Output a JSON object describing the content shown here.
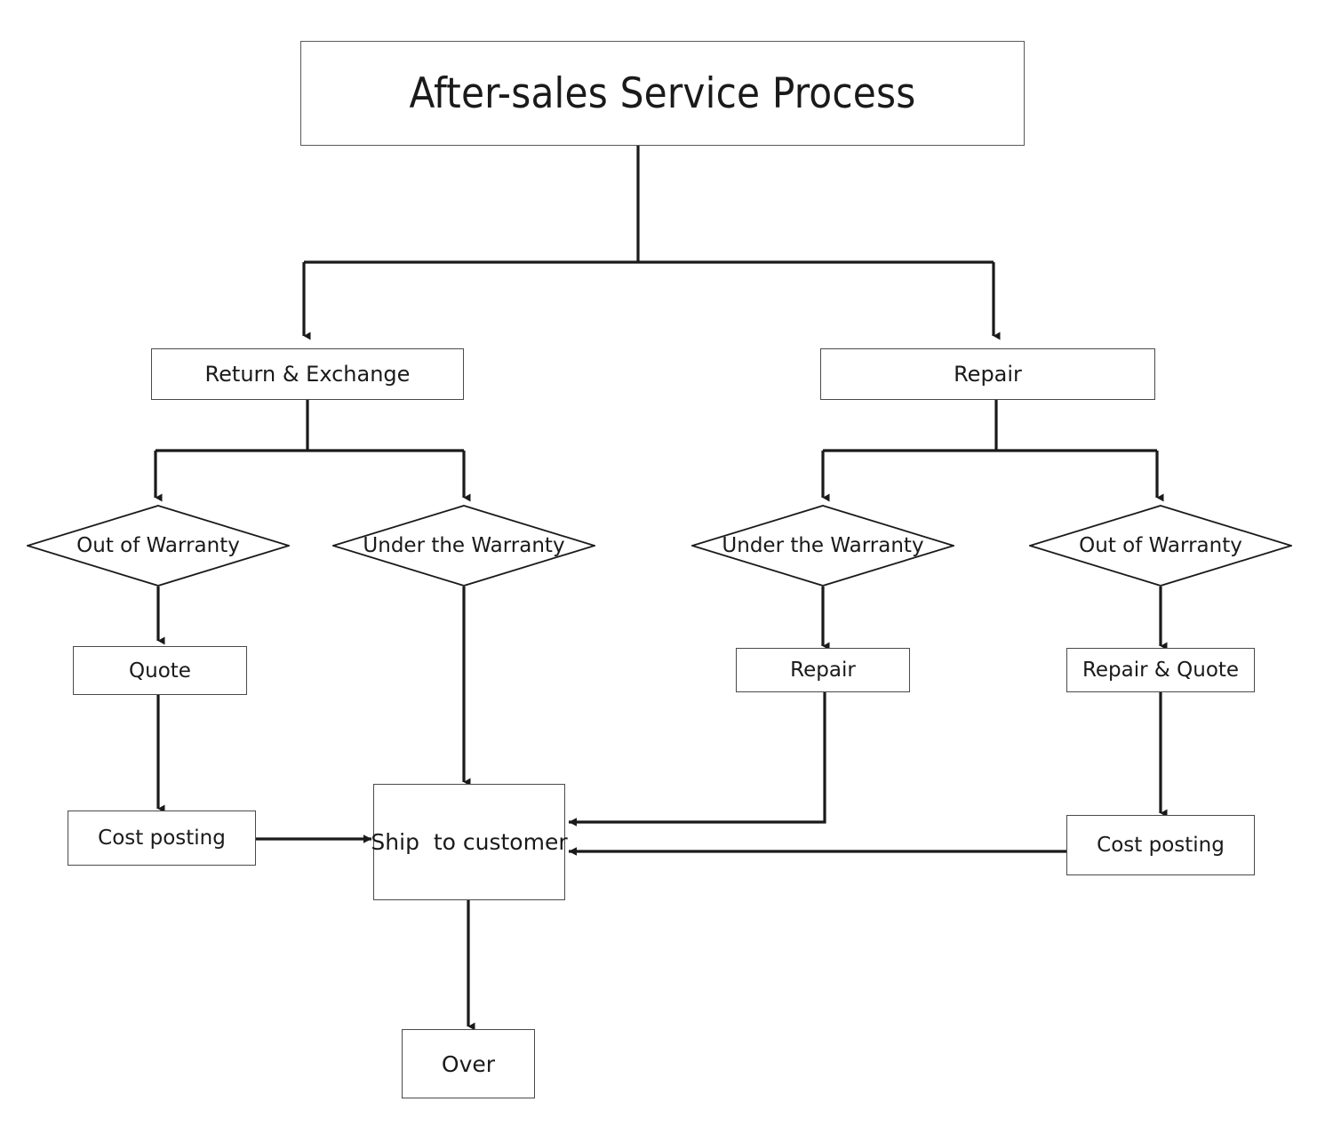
{
  "diagram": {
    "type": "flowchart",
    "title": "After-sales Service Process",
    "background_color": "#ffffff",
    "line_color": "#1a1a1a",
    "box_border_color": "#4a4a4a",
    "text_color": "#1a1a1a",
    "nodes": {
      "title": {
        "label": "After-sales Service Process",
        "shape": "rectangle"
      },
      "return_exchange": {
        "label": "Return & Exchange",
        "shape": "rectangle"
      },
      "repair_branch": {
        "label": "Repair",
        "shape": "rectangle"
      },
      "re_out_of_warranty": {
        "label": "Out of Warranty",
        "shape": "diamond"
      },
      "re_under_warranty": {
        "label": "Under the Warranty",
        "shape": "diamond"
      },
      "rp_under_warranty": {
        "label": "Under the Warranty",
        "shape": "diamond"
      },
      "rp_out_of_warranty": {
        "label": "Out of Warranty",
        "shape": "diamond"
      },
      "quote": {
        "label": "Quote",
        "shape": "rectangle"
      },
      "repair_action": {
        "label": "Repair",
        "shape": "rectangle"
      },
      "repair_and_quote": {
        "label": "Repair & Quote",
        "shape": "rectangle"
      },
      "cost_posting_left": {
        "label": "Cost posting",
        "shape": "rectangle"
      },
      "cost_posting_right": {
        "label": "Cost posting",
        "shape": "rectangle"
      },
      "ship_to_customer": {
        "label": "Ship  to customer",
        "shape": "rectangle"
      },
      "over": {
        "label": "Over",
        "shape": "rectangle"
      }
    },
    "edges": [
      {
        "from": "title",
        "to": "return_exchange"
      },
      {
        "from": "title",
        "to": "repair_branch"
      },
      {
        "from": "return_exchange",
        "to": "re_out_of_warranty"
      },
      {
        "from": "return_exchange",
        "to": "re_under_warranty"
      },
      {
        "from": "repair_branch",
        "to": "rp_under_warranty"
      },
      {
        "from": "repair_branch",
        "to": "rp_out_of_warranty"
      },
      {
        "from": "re_out_of_warranty",
        "to": "quote"
      },
      {
        "from": "quote",
        "to": "cost_posting_left"
      },
      {
        "from": "cost_posting_left",
        "to": "ship_to_customer"
      },
      {
        "from": "re_under_warranty",
        "to": "ship_to_customer"
      },
      {
        "from": "rp_under_warranty",
        "to": "repair_action"
      },
      {
        "from": "repair_action",
        "to": "ship_to_customer"
      },
      {
        "from": "rp_out_of_warranty",
        "to": "repair_and_quote"
      },
      {
        "from": "repair_and_quote",
        "to": "cost_posting_right"
      },
      {
        "from": "cost_posting_right",
        "to": "ship_to_customer"
      },
      {
        "from": "ship_to_customer",
        "to": "over"
      }
    ]
  }
}
